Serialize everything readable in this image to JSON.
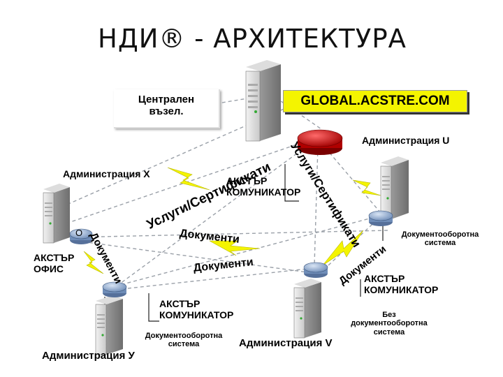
{
  "title": "НДИ® - АРХИТЕКТУРА",
  "central_node": "Централен\nвъзел.",
  "global_host": "GLOBAL.ACSTRE.COM",
  "colors": {
    "global_bg": "#f4f400",
    "router": "#8aa4c8",
    "central_router": "#cc1111",
    "lightning": "#f4f400"
  },
  "labels": {
    "admin_x": "Администрация X",
    "admin_u_top": "Администрация U",
    "admin_u_bottom": "Администрация У",
    "admin_v": "Администрация V",
    "communicator_center": "АКСТЪР\nКОМУНИКАТОР",
    "office": "АКСТЪР\nОФИС",
    "communicator_bottom": "АКСТЪР\nКОМУНИКАТОР",
    "communicator_right": "АКСТЪР\nКОМУНИКАТОР",
    "docflow_right": "Документооборотна\nсистема",
    "docflow_bottom": "Документооборотна\nсистема",
    "no_docflow": "Без\nдокументооборотна\nсистема",
    "office_marker": "O"
  },
  "flows": {
    "services_left": "Услуги/Сертификати",
    "services_right": "Услуги/Сертификати",
    "documents_mid_top": "Документи",
    "documents_mid_bottom": "Документи",
    "documents_left": "Документи",
    "documents_right": "Документи"
  }
}
